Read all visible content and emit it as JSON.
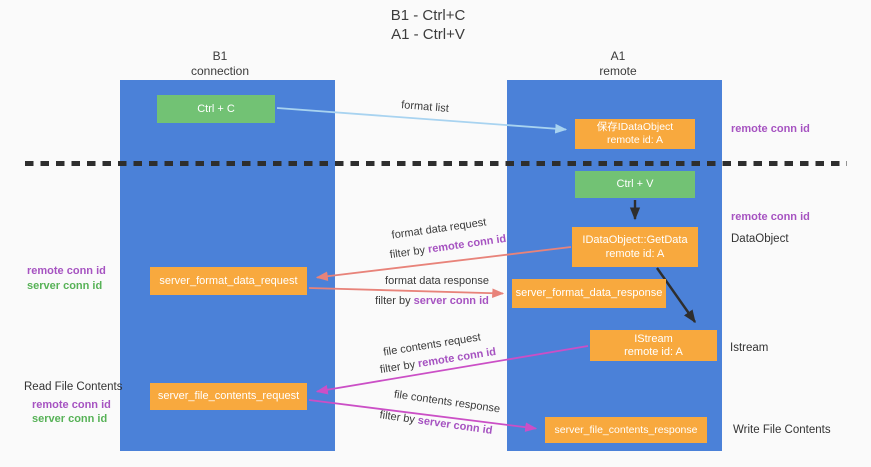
{
  "title": {
    "line1": "B1 - Ctrl+C",
    "line2": "A1 - Ctrl+V"
  },
  "lanes": {
    "left": {
      "title": "B1",
      "subtitle": "connection"
    },
    "right": {
      "title": "A1",
      "subtitle": "remote"
    }
  },
  "nodes": {
    "ctrl_c": {
      "label": "Ctrl + C"
    },
    "ctrl_v": {
      "label": "Ctrl + V"
    },
    "save_dataobject": {
      "line1": "保存IDataObject",
      "line2": "remote id: A"
    },
    "getdata": {
      "line1": "IDataObject::GetData",
      "line2": "remote id: A"
    },
    "istream": {
      "line1": "IStream",
      "line2": "remote id: A"
    },
    "server_format_data_request": {
      "label": "server_format_data_request"
    },
    "server_format_data_response": {
      "label": "server_format_data_response"
    },
    "server_file_contents_request": {
      "label": "server_file_contents_request"
    },
    "server_file_contents_response": {
      "label": "server_file_contents_response"
    }
  },
  "edge_labels": {
    "format_list": "format list",
    "format_data_request": "format data request",
    "format_data_response": "format data response",
    "file_contents_request": "file contents request",
    "file_contents_response": "file contents response",
    "filter_by": "filter by",
    "remote_conn_id": "remote conn id",
    "server_conn_id": "server conn id"
  },
  "side_labels": {
    "remote_conn_id_top": "remote conn id",
    "remote_conn_id_mid": "remote conn id",
    "dataobject": "DataObject",
    "istream": "Istream",
    "write_file_contents": "Write File Contents",
    "read_file_contents": "Read File Contents",
    "left_remote_conn_id": "remote conn id",
    "left_server_conn_id": "server conn id"
  },
  "colors": {
    "lane_blue": "#4b81d8",
    "node_green": "#72c274",
    "node_orange": "#f8a93e",
    "arrow_light_blue": "#a8d3f0",
    "arrow_salmon": "#e8837a",
    "arrow_magenta": "#cb4fc6",
    "arrow_black": "#2e2e2e",
    "text_purple": "#a653c1",
    "text_green": "#57b257",
    "text_dark": "#333333"
  }
}
